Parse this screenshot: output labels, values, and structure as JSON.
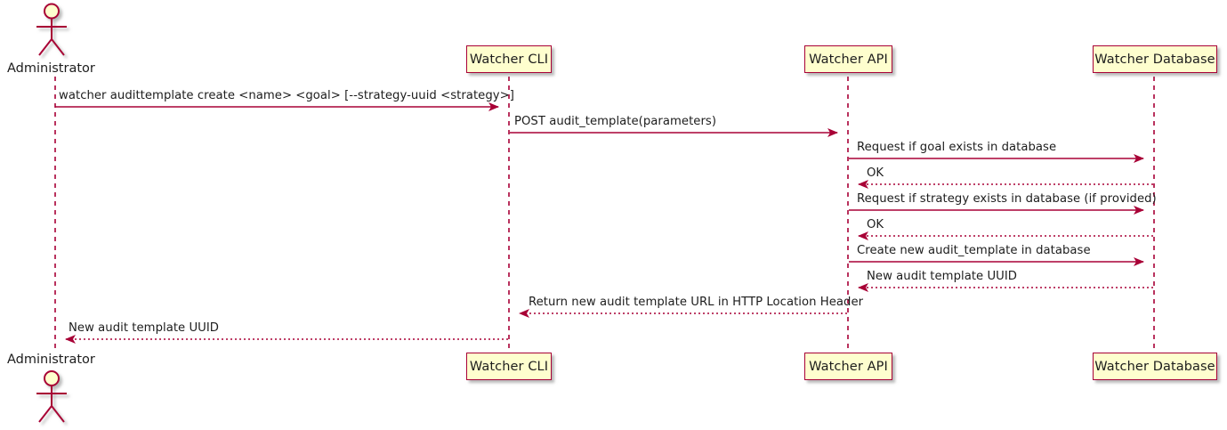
{
  "diagram": {
    "type": "sequence-diagram",
    "colors": {
      "line": "#A80036",
      "box_fill": "#FEFECE",
      "box_border": "#A80036",
      "text": "#1D1D1D",
      "background": "#FFFFFF",
      "actor_head_fill": "#FEFECE",
      "shadow": "#808080"
    }
  },
  "actors": [
    {
      "name": "administrator",
      "label": "Administrator",
      "kind": "actor"
    }
  ],
  "participants": [
    {
      "name": "watcher-cli",
      "label": "Watcher CLI",
      "kind": "participant"
    },
    {
      "name": "watcher-api",
      "label": "Watcher API",
      "kind": "participant"
    },
    {
      "name": "watcher-database",
      "label": "Watcher Database",
      "kind": "participant"
    }
  ],
  "messages": [
    {
      "index": 0,
      "from": "administrator",
      "to": "watcher-cli",
      "label": "watcher audittemplate create <name> <goal> [--strategy-uuid <strategy>]",
      "style": "solid",
      "direction": "right"
    },
    {
      "index": 1,
      "from": "watcher-cli",
      "to": "watcher-api",
      "label": "POST audit_template(parameters)",
      "style": "solid",
      "direction": "right"
    },
    {
      "index": 2,
      "from": "watcher-api",
      "to": "watcher-database",
      "label": "Request if goal exists in database",
      "style": "solid",
      "direction": "right"
    },
    {
      "index": 3,
      "from": "watcher-database",
      "to": "watcher-api",
      "label": "OK",
      "style": "dashed",
      "direction": "left"
    },
    {
      "index": 4,
      "from": "watcher-api",
      "to": "watcher-database",
      "label": "Request if strategy exists in database (if provided)",
      "style": "solid",
      "direction": "right"
    },
    {
      "index": 5,
      "from": "watcher-database",
      "to": "watcher-api",
      "label": "OK",
      "style": "dashed",
      "direction": "left"
    },
    {
      "index": 6,
      "from": "watcher-api",
      "to": "watcher-database",
      "label": "Create new audit_template in database",
      "style": "solid",
      "direction": "right"
    },
    {
      "index": 7,
      "from": "watcher-database",
      "to": "watcher-api",
      "label": "New audit template UUID",
      "style": "dashed",
      "direction": "left"
    },
    {
      "index": 8,
      "from": "watcher-api",
      "to": "watcher-cli",
      "label": "Return new audit template URL in HTTP Location Header",
      "style": "dashed",
      "direction": "left"
    },
    {
      "index": 9,
      "from": "watcher-cli",
      "to": "administrator",
      "label": "New audit template UUID",
      "style": "dashed",
      "direction": "left"
    }
  ]
}
